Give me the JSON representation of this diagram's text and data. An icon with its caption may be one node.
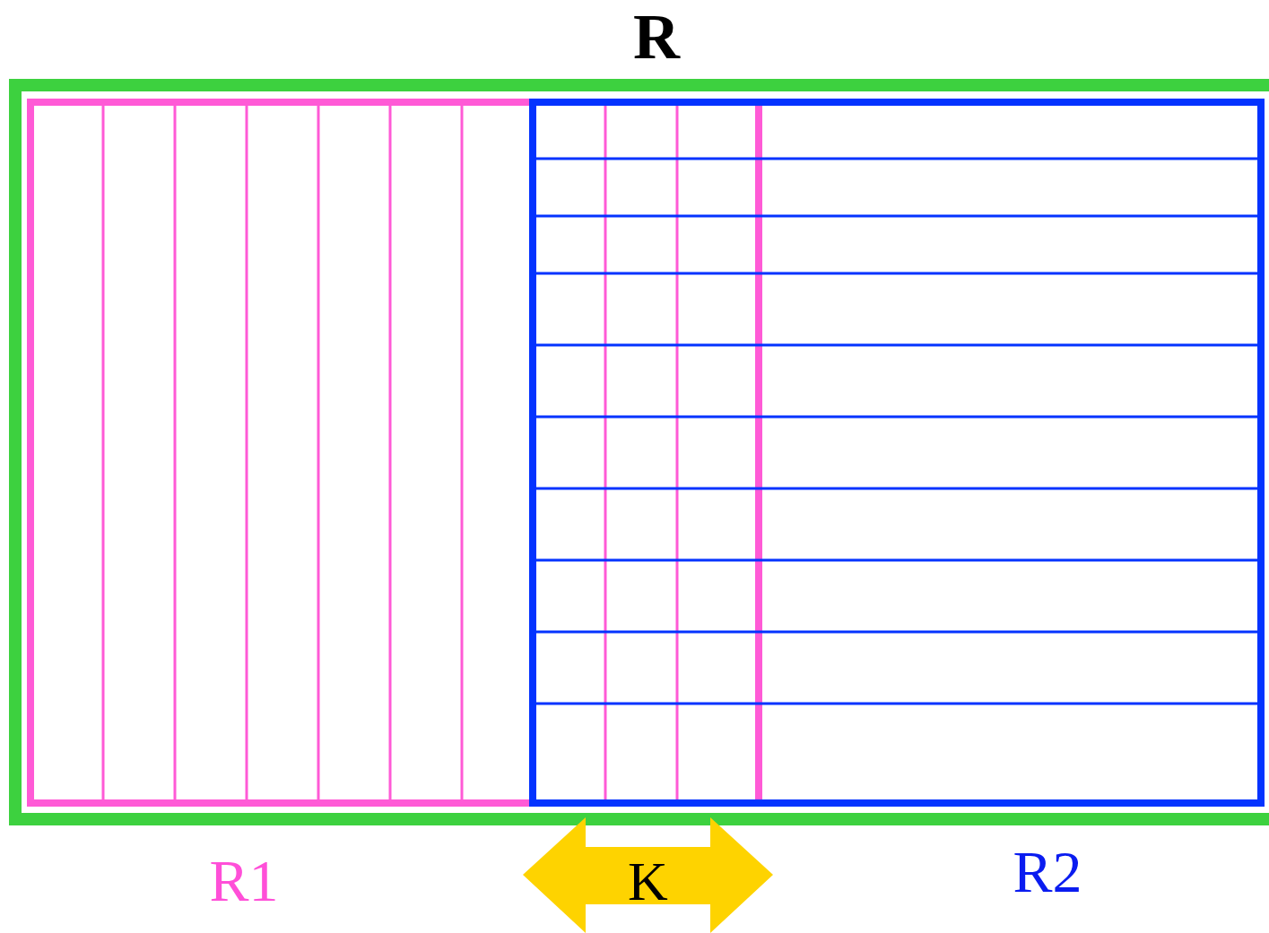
{
  "diagram": {
    "nodes": [
      {
        "text": [
          "R"
        ]
      },
      {
        "text": [
          "R1"
        ],
        "in": 0
      },
      {
        "text": [
          "R2"
        ],
        "in": 0
      },
      {
        "text": [
          "K"
        ]
      }
    ]
  }
}
